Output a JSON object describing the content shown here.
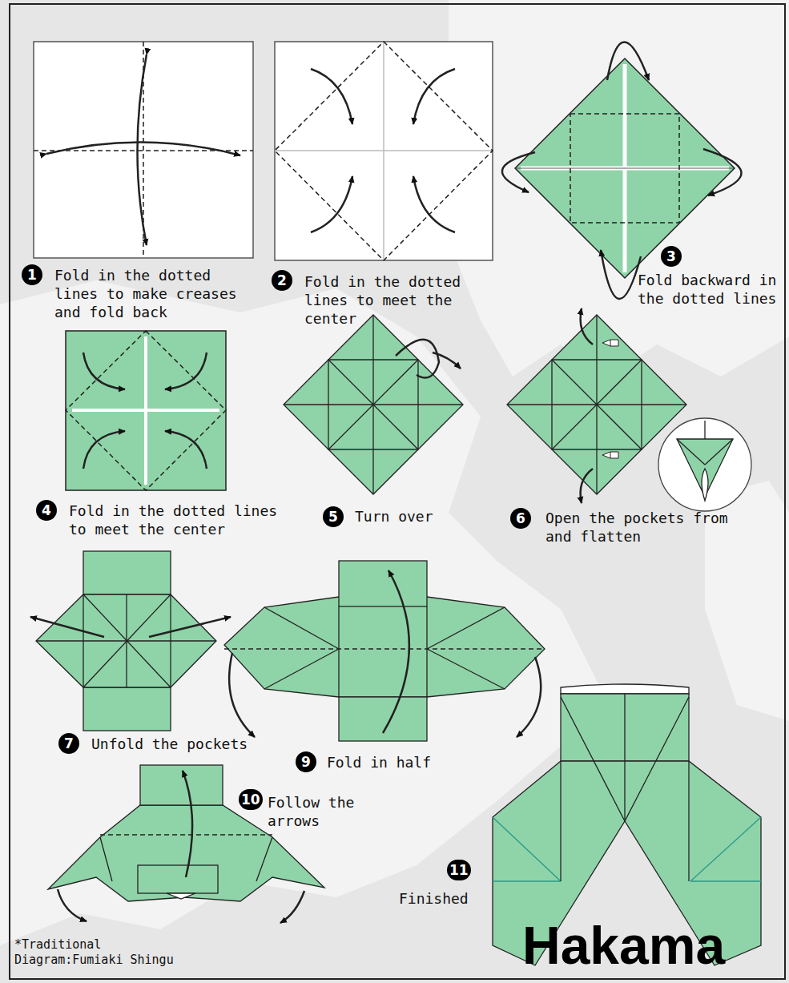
{
  "diagram": {
    "title": "Hakama",
    "nodes": [
      {
        "text": [
          "1"
        ]
      },
      {
        "text": [
          "2"
        ]
      },
      {
        "text": [
          "3"
        ]
      },
      {
        "text": [
          "4"
        ]
      },
      {
        "text": [
          "5"
        ]
      },
      {
        "text": [
          "6"
        ]
      },
      {
        "text": [
          "7"
        ]
      },
      {
        "text": [
          "9"
        ]
      },
      {
        "text": [
          "10"
        ]
      },
      {
        "text": [
          "11"
        ]
      }
    ],
    "labels": [
      "Fold in the dotted lines to make creases and fold back",
      "Fold in the dotted lines to meet the center",
      "Fold backward in the dotted lines",
      "Fold in the dotted lines to meet the center",
      "Turn over",
      "Open the pockets from and flatten",
      "Unfold the pockets",
      "Fold in half",
      "Follow the arrows",
      "Finished",
      "*Traditional Diagram:Fumiaki Shingu"
    ]
  }
}
